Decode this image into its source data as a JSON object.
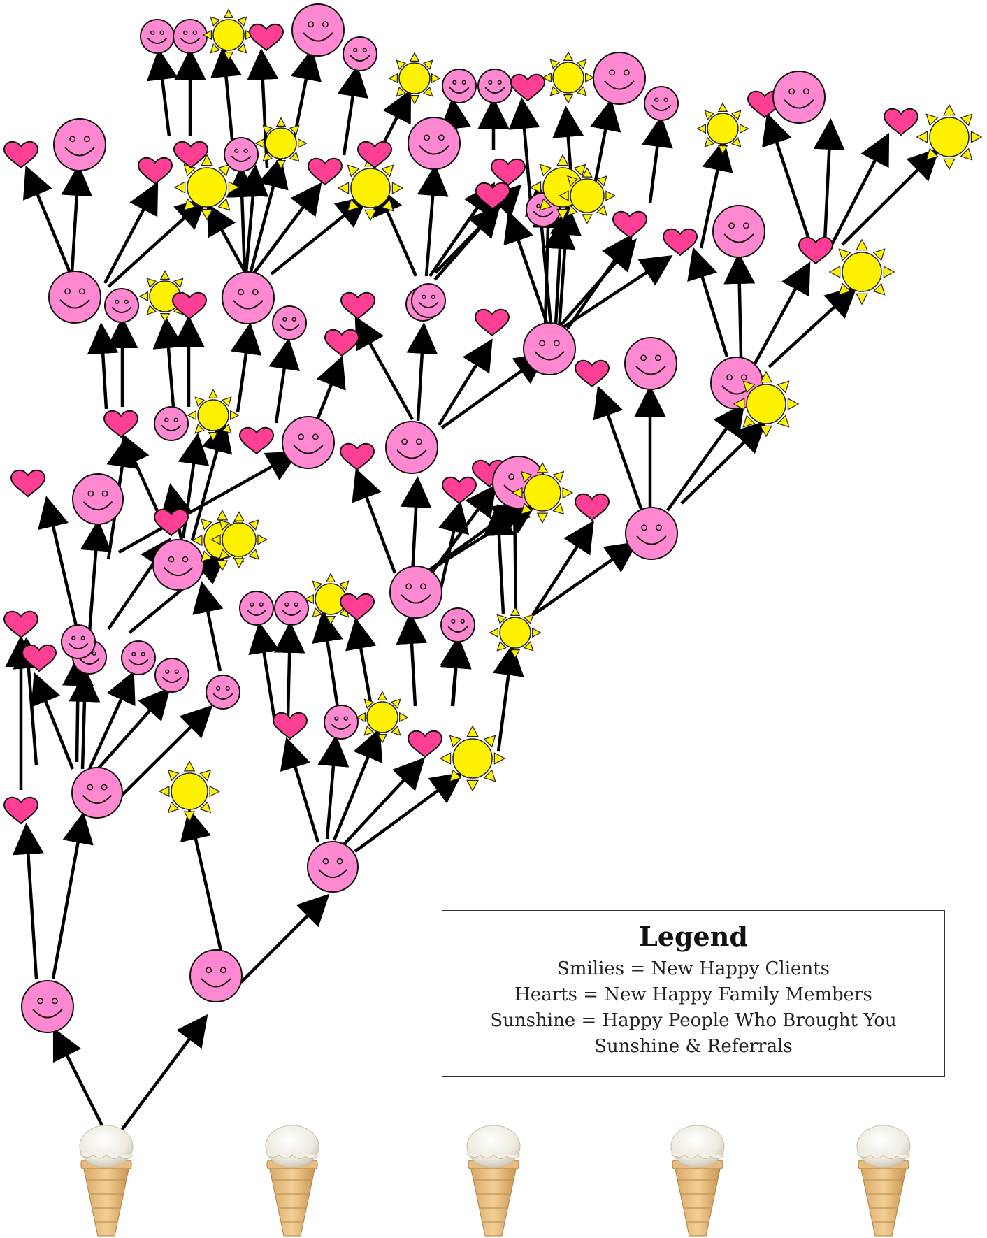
{
  "legend": {
    "title": "Legend",
    "lines": [
      "Smilies = New Happy Clients",
      "Hearts = New Happy Family Members",
      "Sunshine = Happy People Who Brought You",
      "Sunshine & Referrals"
    ]
  },
  "icons": {
    "smiley": "smiley-face-icon",
    "heart": "heart-icon",
    "sun": "sun-icon",
    "cone": "ice-cream-cone-icon"
  },
  "colors": {
    "smiley": "#ff88d0",
    "heart": "#ff3f94",
    "sun": "#fff200",
    "arrow": "#000000",
    "legend_border": "#333333"
  },
  "cone_count": 5
}
